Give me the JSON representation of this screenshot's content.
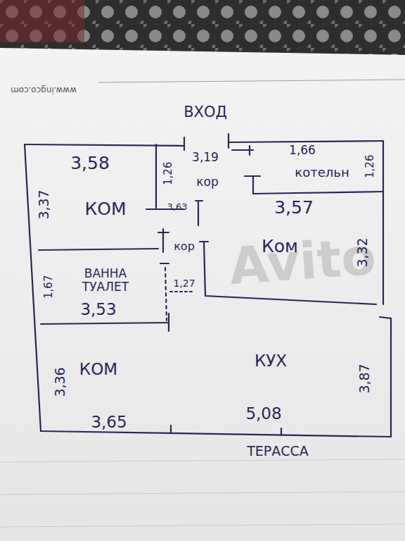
{
  "diagram": {
    "labels": [
      "www.ingco.com",
      "ВХОД",
      "3,58",
      "1,26",
      "3,19",
      "кор",
      "1,66",
      "котельн",
      "1,26",
      "3,37",
      "КОМ",
      "3,63",
      "3,57",
      "Ком",
      "3,32",
      "кор",
      "1,67",
      "ВАННА ТУАЛЕТ",
      "1,27",
      "3,53",
      "3,36",
      "КОМ",
      "КУХ",
      "3,87",
      "3,65",
      "5,08",
      "ТЕРАССА",
      "Avito"
    ]
  }
}
